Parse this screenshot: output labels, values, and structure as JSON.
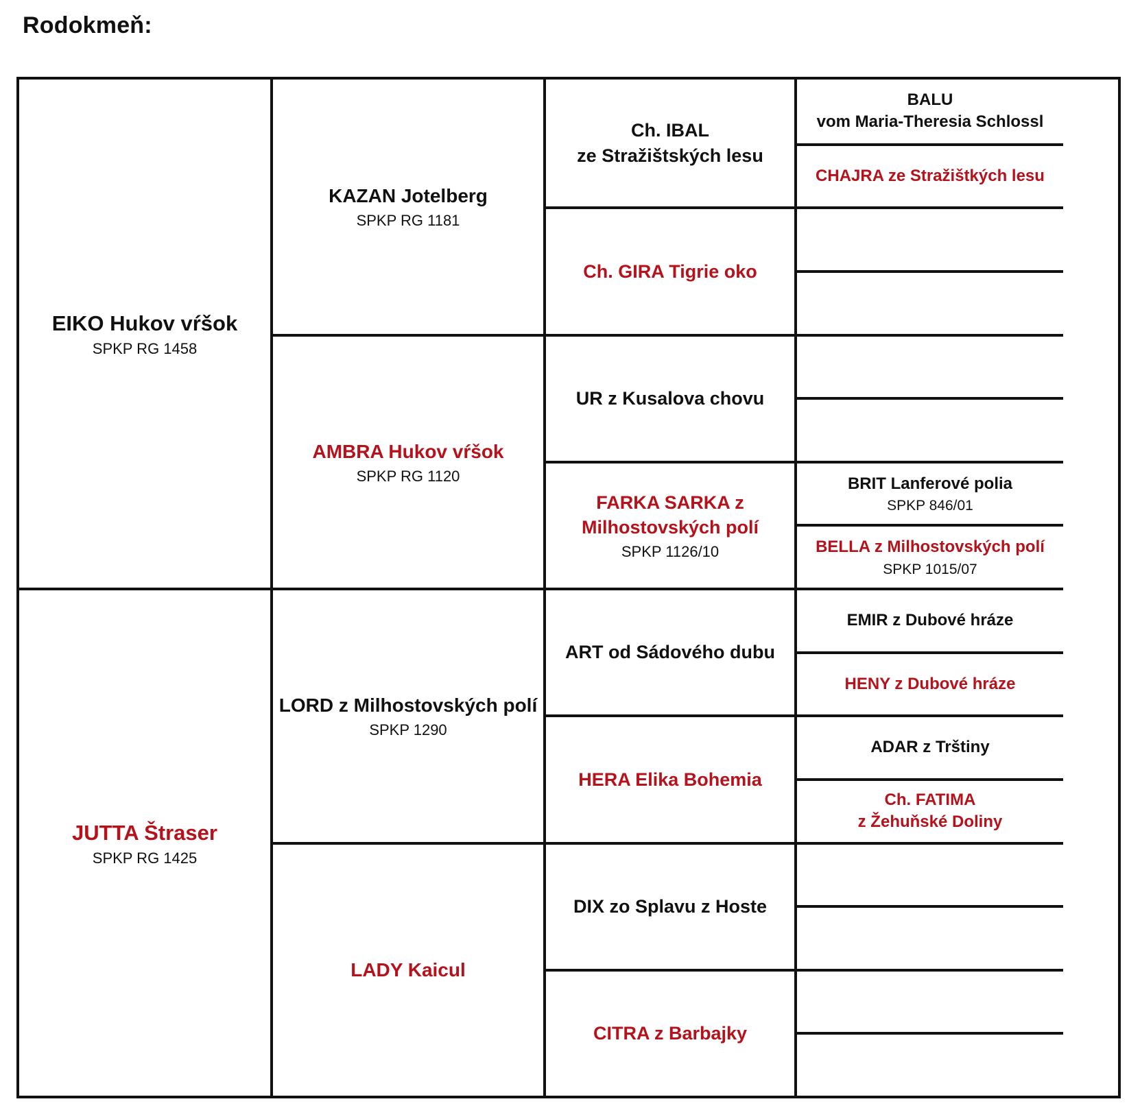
{
  "heading": "Rodokmeň:",
  "colors": {
    "male": "#111111",
    "female": "#b5121b"
  },
  "parents": [
    {
      "name": [
        "EIKO Hukov vŕšok"
      ],
      "reg": "SPKP RG 1458",
      "sex": "male"
    },
    {
      "name": [
        "JUTTA Štraser"
      ],
      "reg": "SPKP RG 1425",
      "sex": "female"
    }
  ],
  "grandparents": [
    {
      "name": [
        "KAZAN Jotelberg"
      ],
      "reg": "SPKP RG 1181",
      "sex": "male"
    },
    {
      "name": [
        "AMBRA Hukov vŕšok"
      ],
      "reg": "SPKP RG 1120",
      "sex": "female"
    },
    {
      "name": [
        "LORD z Milhostovských polí"
      ],
      "reg": "SPKP 1290",
      "sex": "male"
    },
    {
      "name": [
        "LADY Kaicul"
      ],
      "reg": "",
      "sex": "female"
    }
  ],
  "great_grandparents": [
    {
      "name": [
        "Ch. IBAL",
        "ze Stražištských lesu"
      ],
      "reg": "",
      "sex": "male"
    },
    {
      "name": [
        "Ch. GIRA Tigrie oko"
      ],
      "reg": "",
      "sex": "female"
    },
    {
      "name": [
        "UR z Kusalova chovu"
      ],
      "reg": "",
      "sex": "male"
    },
    {
      "name": [
        "FARKA SARKA z",
        "Milhostovských polí"
      ],
      "reg": "SPKP 1126/10",
      "sex": "female"
    },
    {
      "name": [
        "ART od Sádového dubu"
      ],
      "reg": "",
      "sex": "male"
    },
    {
      "name": [
        "HERA Elika Bohemia"
      ],
      "reg": "",
      "sex": "female"
    },
    {
      "name": [
        "DIX zo Splavu z Hoste"
      ],
      "reg": "",
      "sex": "male"
    },
    {
      "name": [
        "CITRA z Barbajky"
      ],
      "reg": "",
      "sex": "female"
    }
  ],
  "great_great_grandparents": [
    {
      "name": [
        "BALU",
        "vom Maria-Theresia Schlossl"
      ],
      "reg": "",
      "sex": "male"
    },
    {
      "name": [
        "CHAJRA ze Stražištkých lesu"
      ],
      "reg": "",
      "sex": "female"
    },
    {
      "name": [],
      "reg": "",
      "sex": "male"
    },
    {
      "name": [],
      "reg": "",
      "sex": "female"
    },
    {
      "name": [],
      "reg": "",
      "sex": "male"
    },
    {
      "name": [],
      "reg": "",
      "sex": "female"
    },
    {
      "name": [
        "BRIT Lanferové polia"
      ],
      "reg": "SPKP 846/01",
      "sex": "male"
    },
    {
      "name": [
        "BELLA z Milhostovských polí"
      ],
      "reg": "SPKP 1015/07",
      "sex": "female"
    },
    {
      "name": [
        "EMIR z Dubové hráze"
      ],
      "reg": "",
      "sex": "male"
    },
    {
      "name": [
        "HENY z Dubové hráze"
      ],
      "reg": "",
      "sex": "female"
    },
    {
      "name": [
        "ADAR z Trštiny"
      ],
      "reg": "",
      "sex": "male"
    },
    {
      "name": [
        "Ch. FATIMA",
        "z Žehuňské Doliny"
      ],
      "reg": "",
      "sex": "female"
    },
    {
      "name": [],
      "reg": "",
      "sex": "male"
    },
    {
      "name": [],
      "reg": "",
      "sex": "female"
    },
    {
      "name": [],
      "reg": "",
      "sex": "male"
    },
    {
      "name": [],
      "reg": "",
      "sex": "female"
    }
  ]
}
